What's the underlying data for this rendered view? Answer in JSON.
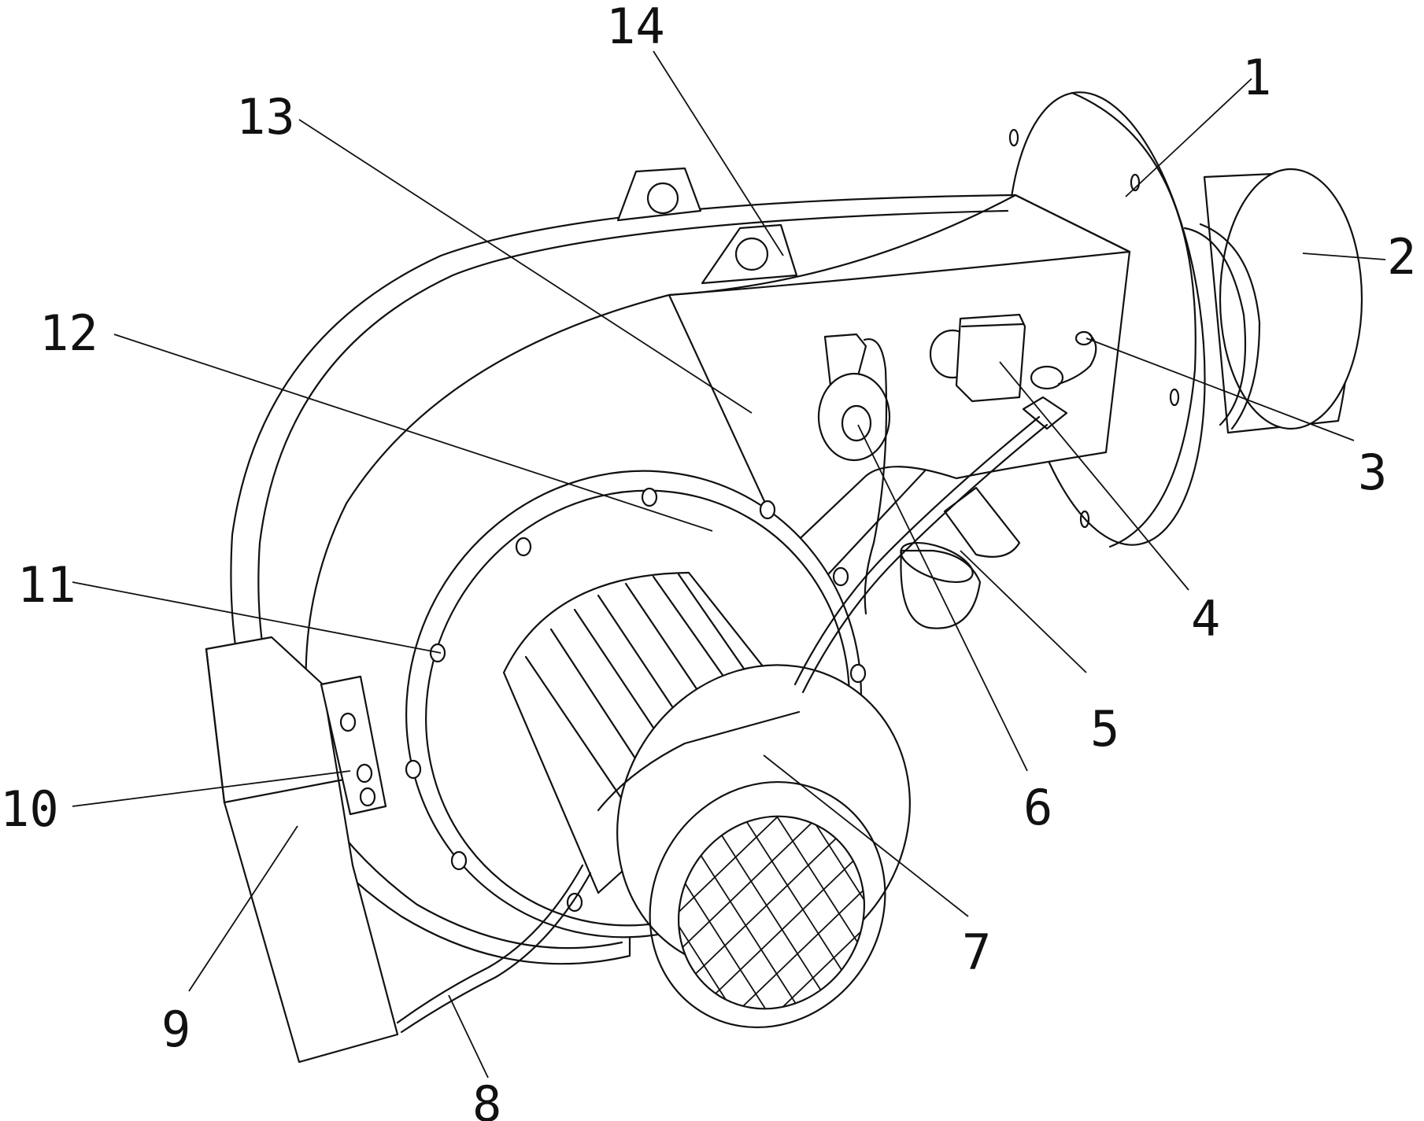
{
  "figure": {
    "callouts": {
      "c1": "1",
      "c2": "2",
      "c3": "3",
      "c4": "4",
      "c5": "5",
      "c6": "6",
      "c7": "7",
      "c8": "8",
      "c9": "9",
      "c10": "10",
      "c11": "11",
      "c12": "12",
      "c13": "13",
      "c14": "14"
    }
  }
}
